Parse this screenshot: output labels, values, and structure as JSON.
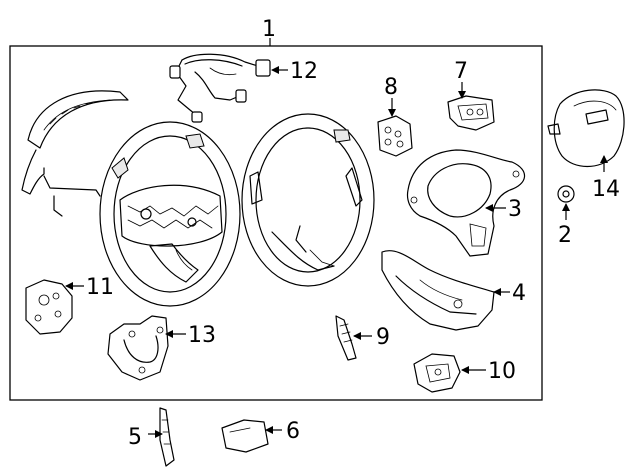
{
  "diagram": {
    "callouts": [
      {
        "id": "c1",
        "label": "1"
      },
      {
        "id": "c2",
        "label": "2"
      },
      {
        "id": "c3",
        "label": "3"
      },
      {
        "id": "c4",
        "label": "4"
      },
      {
        "id": "c5",
        "label": "5"
      },
      {
        "id": "c6",
        "label": "6"
      },
      {
        "id": "c7",
        "label": "7"
      },
      {
        "id": "c8",
        "label": "8"
      },
      {
        "id": "c9",
        "label": "9"
      },
      {
        "id": "c10",
        "label": "10"
      },
      {
        "id": "c11",
        "label": "11"
      },
      {
        "id": "c12",
        "label": "12"
      },
      {
        "id": "c13",
        "label": "13"
      },
      {
        "id": "c14",
        "label": "14"
      }
    ],
    "colors": {
      "line": "#000000",
      "background": "#ffffff"
    }
  }
}
